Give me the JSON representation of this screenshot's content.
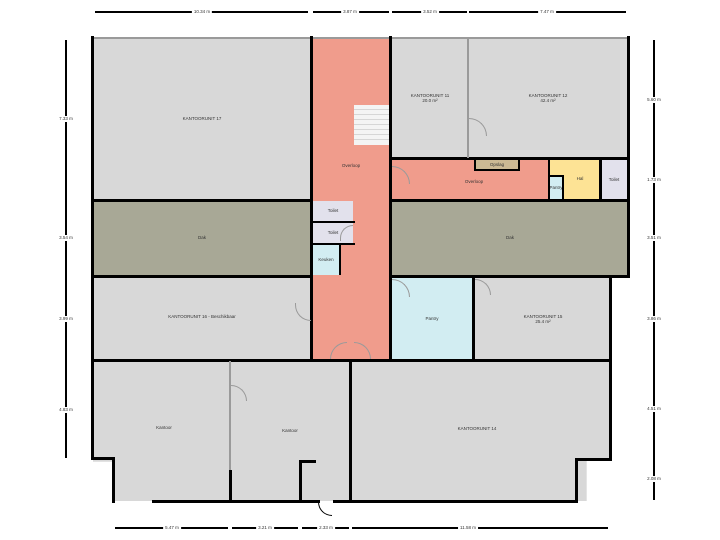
{
  "floorplan": {
    "colors": {
      "office": "#d8d8d8",
      "corridor": "#f09c8c",
      "roof": "#a8a896",
      "pantry": "#d2edf2",
      "toilet": "#e2e1ec",
      "hall": "#fde395",
      "storage": "#cbb994",
      "wall": "#000000"
    },
    "rooms": [
      {
        "id": "kantoorunit-17",
        "name": "KANTOORUNIT 17",
        "area": ""
      },
      {
        "id": "overloop-main",
        "name": "Overloop",
        "area": ""
      },
      {
        "id": "kantoorunit-11",
        "name": "KANTOORUNIT 11",
        "area": "20.0 m²"
      },
      {
        "id": "kantoorunit-12",
        "name": "KANTOORUNIT 12",
        "area": "42.4 m²"
      },
      {
        "id": "opslag",
        "name": "Opslag",
        "area": ""
      },
      {
        "id": "overloop-east",
        "name": "Overloop",
        "area": ""
      },
      {
        "id": "pantry-small",
        "name": "Pantry",
        "area": ""
      },
      {
        "id": "hal",
        "name": "Hal",
        "area": ""
      },
      {
        "id": "toilet-east",
        "name": "Toilet",
        "area": ""
      },
      {
        "id": "dak-west",
        "name": "Dak",
        "area": ""
      },
      {
        "id": "toilet-1",
        "name": "Toilet",
        "area": ""
      },
      {
        "id": "toilet-2",
        "name": "Toilet",
        "area": ""
      },
      {
        "id": "keuken",
        "name": "Keuken",
        "area": ""
      },
      {
        "id": "dak-east",
        "name": "Dak",
        "area": ""
      },
      {
        "id": "kantoorunit-16",
        "name": "KANTOORUNIT 16 - Beschikbaar",
        "area": ""
      },
      {
        "id": "pantry-large",
        "name": "Pantry",
        "area": ""
      },
      {
        "id": "kantoorunit-15",
        "name": "KANTOORUNIT 15",
        "area": "25.4 m²"
      },
      {
        "id": "kantoor-1",
        "name": "Kantoor",
        "area": ""
      },
      {
        "id": "kantoor-2",
        "name": "Kantoor",
        "area": ""
      },
      {
        "id": "kantoorunit-14",
        "name": "KANTOORUNIT 14",
        "area": ""
      }
    ],
    "dimensions": {
      "top": [
        "10.34 m",
        "3.87 m",
        "3.52 m",
        "7.47 m"
      ],
      "left": [
        "7.33 m",
        "3.54 m",
        "3.99 m",
        "4.83 m"
      ],
      "right": [
        "5.60 m",
        "1.73 m",
        "3.51 m",
        "3.86 m",
        "4.51 m",
        "2.08 m"
      ],
      "bottom": [
        "5.47 m",
        "3.21 m",
        "2.33 m",
        "11.58 m"
      ]
    }
  }
}
